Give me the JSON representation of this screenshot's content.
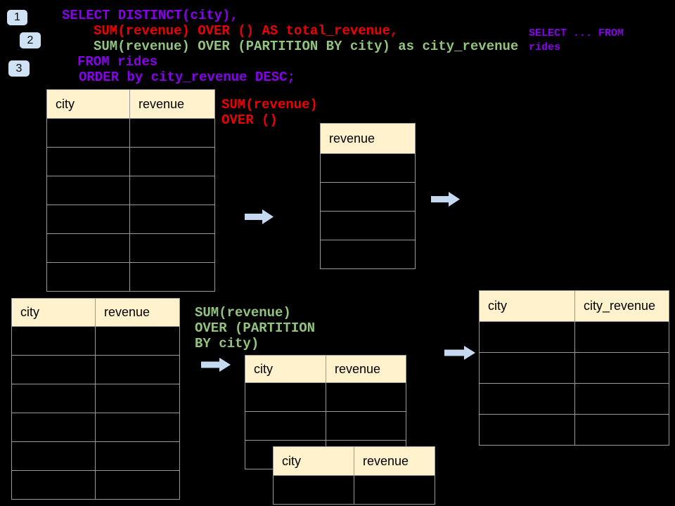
{
  "step_badges": [
    "1",
    "2",
    "3"
  ],
  "sql": {
    "lines": [
      {
        "text": "SELECT DISTINCT(city),",
        "color": "purple"
      },
      {
        "text": "SUM(revenue) OVER () AS total_revenue,",
        "color": "red"
      },
      {
        "text": "SUM(revenue) OVER (PARTITION BY city) as city_revenue",
        "color": "green"
      },
      {
        "text": "FROM rides",
        "color": "purple"
      },
      {
        "text": "ORDER by city_revenue DESC;",
        "color": "purple"
      }
    ]
  },
  "side_note": {
    "line1": "SELECT ... FROM",
    "line2": "rides"
  },
  "annotation_total": {
    "line1": "SUM(revenue)",
    "line2": "OVER ()"
  },
  "annotation_partition": {
    "line1": "SUM(revenue)",
    "line2": "OVER (PARTITION",
    "line3": "BY city)"
  },
  "tables": {
    "source_top": {
      "headers": [
        "city",
        "revenue"
      ],
      "empty_rows": 6
    },
    "total_revenue": {
      "headers": [
        "revenue"
      ],
      "empty_rows": 4
    },
    "source_bottom": {
      "headers": [
        "city",
        "revenue"
      ],
      "empty_rows": 6
    },
    "partition_a": {
      "headers": [
        "city",
        "revenue"
      ],
      "empty_rows": 3
    },
    "partition_b": {
      "headers": [
        "city",
        "revenue"
      ],
      "empty_rows": 1
    },
    "result": {
      "headers": [
        "city",
        "city_revenue"
      ],
      "empty_rows": 4
    }
  },
  "colors": {
    "background": "#000000",
    "sql_purple": "#8800EE",
    "sql_red": "#EE0000",
    "sql_green": "#93C47D",
    "table_header_fill": "#FFF2CC",
    "table_border": "#999999",
    "arrow_fill": "#C5DAF0",
    "badge_fill": "#CFE2F3"
  }
}
